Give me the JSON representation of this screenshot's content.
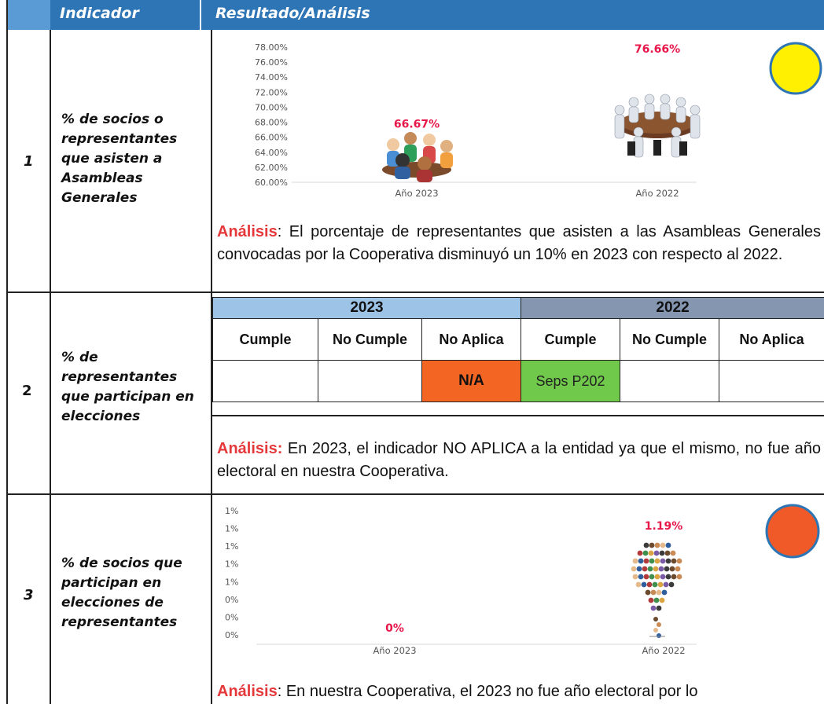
{
  "header": {
    "indicator": "Indicador",
    "result": "Resultado/Análisis"
  },
  "rows": [
    {
      "num": "1",
      "indicator": "% de socios o representantes que asisten a Asambleas Generales",
      "analysis_label": "Análisis",
      "analysis_text": ": El porcentaje de representantes que asisten a las Asambleas Generales convocadas por la Cooperativa disminuyó un 10% en 2023 con respecto al 2022.",
      "status_color": "#ffef00"
    },
    {
      "num": "2",
      "indicator": "% de representantes que participan en elecciones",
      "table": {
        "year_a": "2023",
        "year_b": "2022",
        "col_cumple": "Cumple",
        "col_no_cumple": "No Cumple",
        "col_no_aplica": "No Aplica",
        "val_na": "N/A",
        "val_seps": "Seps P202"
      },
      "analysis_label": "Análisis:",
      "analysis_text": " En 2023, el indicador NO APLICA a la entidad ya que el mismo, no fue año electoral en nuestra Cooperativa."
    },
    {
      "num": "3",
      "indicator": "% de socios que participan en elecciones de representantes",
      "analysis_label": "Análisis",
      "analysis_text": ": En nuestra Cooperativa, el 2023 no fue año electoral por lo",
      "status_color": "#f05a28"
    }
  ],
  "chart_data": [
    {
      "type": "bar",
      "categories": [
        "Año 2023",
        "Año 2022"
      ],
      "values": [
        66.67,
        76.66
      ],
      "value_labels": [
        "66.67%",
        "76.66%"
      ],
      "ylim": [
        60,
        78
      ],
      "ytick_labels": [
        "60.00%",
        "62.00%",
        "64.00%",
        "66.00%",
        "68.00%",
        "70.00%",
        "72.00%",
        "74.00%",
        "76.00%",
        "78.00%"
      ],
      "grid": false
    },
    {
      "type": "bar",
      "categories": [
        "Año 2023",
        "Año 2022"
      ],
      "values": [
        0,
        1.19
      ],
      "value_labels": [
        "0%",
        "1.19%"
      ],
      "ylim": [
        0,
        1.4
      ],
      "ytick_labels": [
        "0%",
        "0%",
        "0%",
        "1%",
        "1%",
        "1%",
        "1%",
        "1%"
      ],
      "grid": false
    }
  ]
}
